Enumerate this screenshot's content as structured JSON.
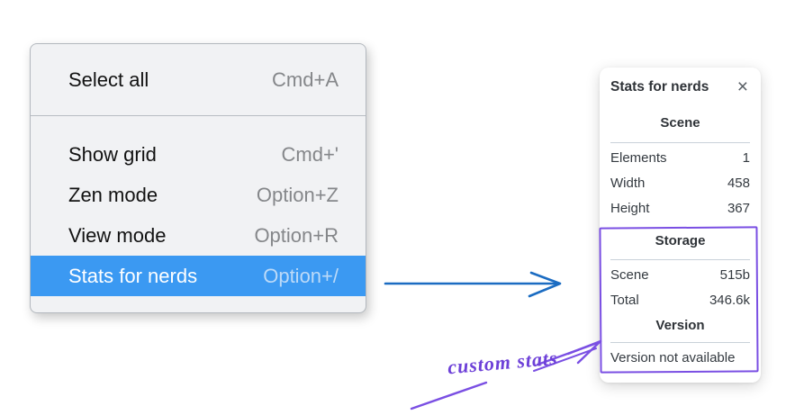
{
  "menu": {
    "sections": [
      {
        "items": [
          {
            "label": "Select all",
            "shortcut": "Cmd+A",
            "highlighted": false
          }
        ]
      },
      {
        "items": [
          {
            "label": "Show grid",
            "shortcut": "Cmd+'",
            "highlighted": false
          },
          {
            "label": "Zen mode",
            "shortcut": "Option+Z",
            "highlighted": false
          },
          {
            "label": "View mode",
            "shortcut": "Option+R",
            "highlighted": false
          },
          {
            "label": "Stats for nerds",
            "shortcut": "Option+/",
            "highlighted": true
          }
        ]
      }
    ]
  },
  "stats_panel": {
    "title": "Stats for nerds",
    "close_icon": "×",
    "sections": [
      {
        "heading": "Scene",
        "rows": [
          {
            "label": "Elements",
            "value": "1"
          },
          {
            "label": "Width",
            "value": "458"
          },
          {
            "label": "Height",
            "value": "367"
          }
        ]
      },
      {
        "heading": "Storage",
        "rows": [
          {
            "label": "Scene",
            "value": "515b"
          },
          {
            "label": "Total",
            "value": "346.6k"
          }
        ]
      },
      {
        "heading": "Version",
        "note": "Version not available"
      }
    ]
  },
  "annotation": {
    "label": "custom stats"
  },
  "colors": {
    "menu_highlight": "#3b99f2",
    "arrow_blue": "#1b6cc2",
    "annotation_purple": "#7a4fe3",
    "annotation_text_purple": "#6d40d8"
  }
}
